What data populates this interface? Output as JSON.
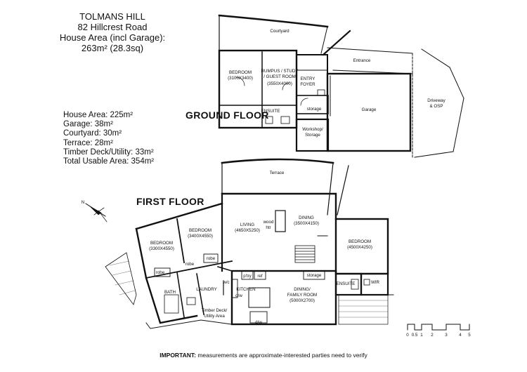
{
  "header": {
    "line1": "TOLMANS HILL",
    "line2": "82 Hillcrest Road",
    "line3": "House Area (incl Garage):",
    "line4": "263m² (28.3sq)"
  },
  "areas": [
    "House Area: 225m²",
    "Garage: 38m²",
    "Courtyard: 30m²",
    "Terrace: 28m²",
    "Timber Deck/Utility: 33m²",
    "Total Usable Area: 354m²"
  ],
  "floors": {
    "ground": "GROUND FLOOR",
    "first": "FIRST FLOOR"
  },
  "ground_rooms": {
    "courtyard": "Courtyard",
    "entrance": "Entrance",
    "bedroom": "BEDROOM",
    "bedroom_dim": "(3100X3400)",
    "rumpus1": "RUMPUS / STUDY",
    "rumpus2": "/ GUEST ROOM",
    "rumpus_dim": "(3550X4000)",
    "entry1": "ENTRY",
    "entry2": "FOYER",
    "ensuite": "ENSUITE",
    "storage": "storage",
    "garage": "Garage",
    "workshop1": "Workshop/",
    "workshop2": "Storage",
    "driveway1": "Driveway",
    "driveway2": "& OSP"
  },
  "first_rooms": {
    "terrace": "Terrace",
    "living": "LIVING",
    "living_dim": "(4650X5250)",
    "dining": "DINING",
    "dining_dim": "(3500X4150)",
    "wood1": "wood",
    "wood2": "htr",
    "bed1": "BEDROOM",
    "bed1_dim": "(3300X4550)",
    "bed2": "BEDROOM",
    "bed2_dim": "(3400X4550)",
    "bed3": "BEDROOM",
    "bed3_dim": "(4500X4250)",
    "robe1": "robe",
    "robe2": "robe",
    "robe3": "robe",
    "bath": "BATH",
    "laundry": "LAUNDRY",
    "kitchen": "KITCHEN",
    "dw": "d/w",
    "pantry": "p'try",
    "ref": "ref",
    "wc": "w/c",
    "storage": "storage",
    "ensuite": "ENSUITE",
    "wir": "WIR",
    "family1": "DINING/",
    "family2": "FAMILY ROOM",
    "family_dim": "(5000X2700)",
    "deck1": "Timber Deck/",
    "deck2": "Utility Area"
  },
  "scale_labels": [
    "0",
    "0.5",
    "1",
    "2",
    "3",
    "4",
    "5"
  ],
  "north": "N",
  "note": {
    "bold": "IMPORTANT:",
    "text": " measurements are approximate-interested parties need to verify"
  }
}
